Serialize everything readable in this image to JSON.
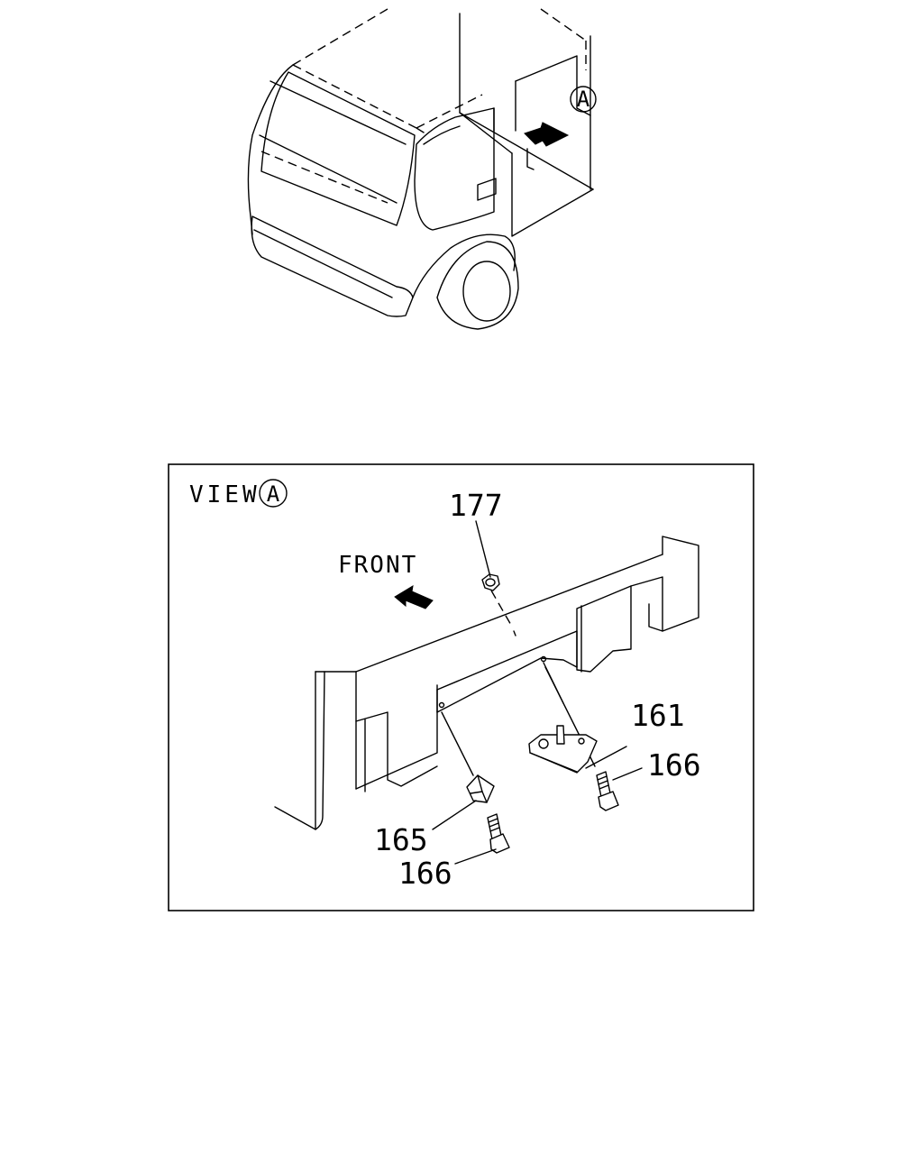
{
  "view_callout": {
    "letter": "A"
  },
  "detail_view": {
    "view_label": "VIEW",
    "view_letter": "A",
    "front_label": "FRONT"
  },
  "callouts": [
    {
      "id": "nut",
      "part_number": "177"
    },
    {
      "id": "bracket",
      "part_number": "161"
    },
    {
      "id": "bolt-right",
      "part_number": "166"
    },
    {
      "id": "clip",
      "part_number": "165"
    },
    {
      "id": "bolt-left",
      "part_number": "166"
    }
  ]
}
